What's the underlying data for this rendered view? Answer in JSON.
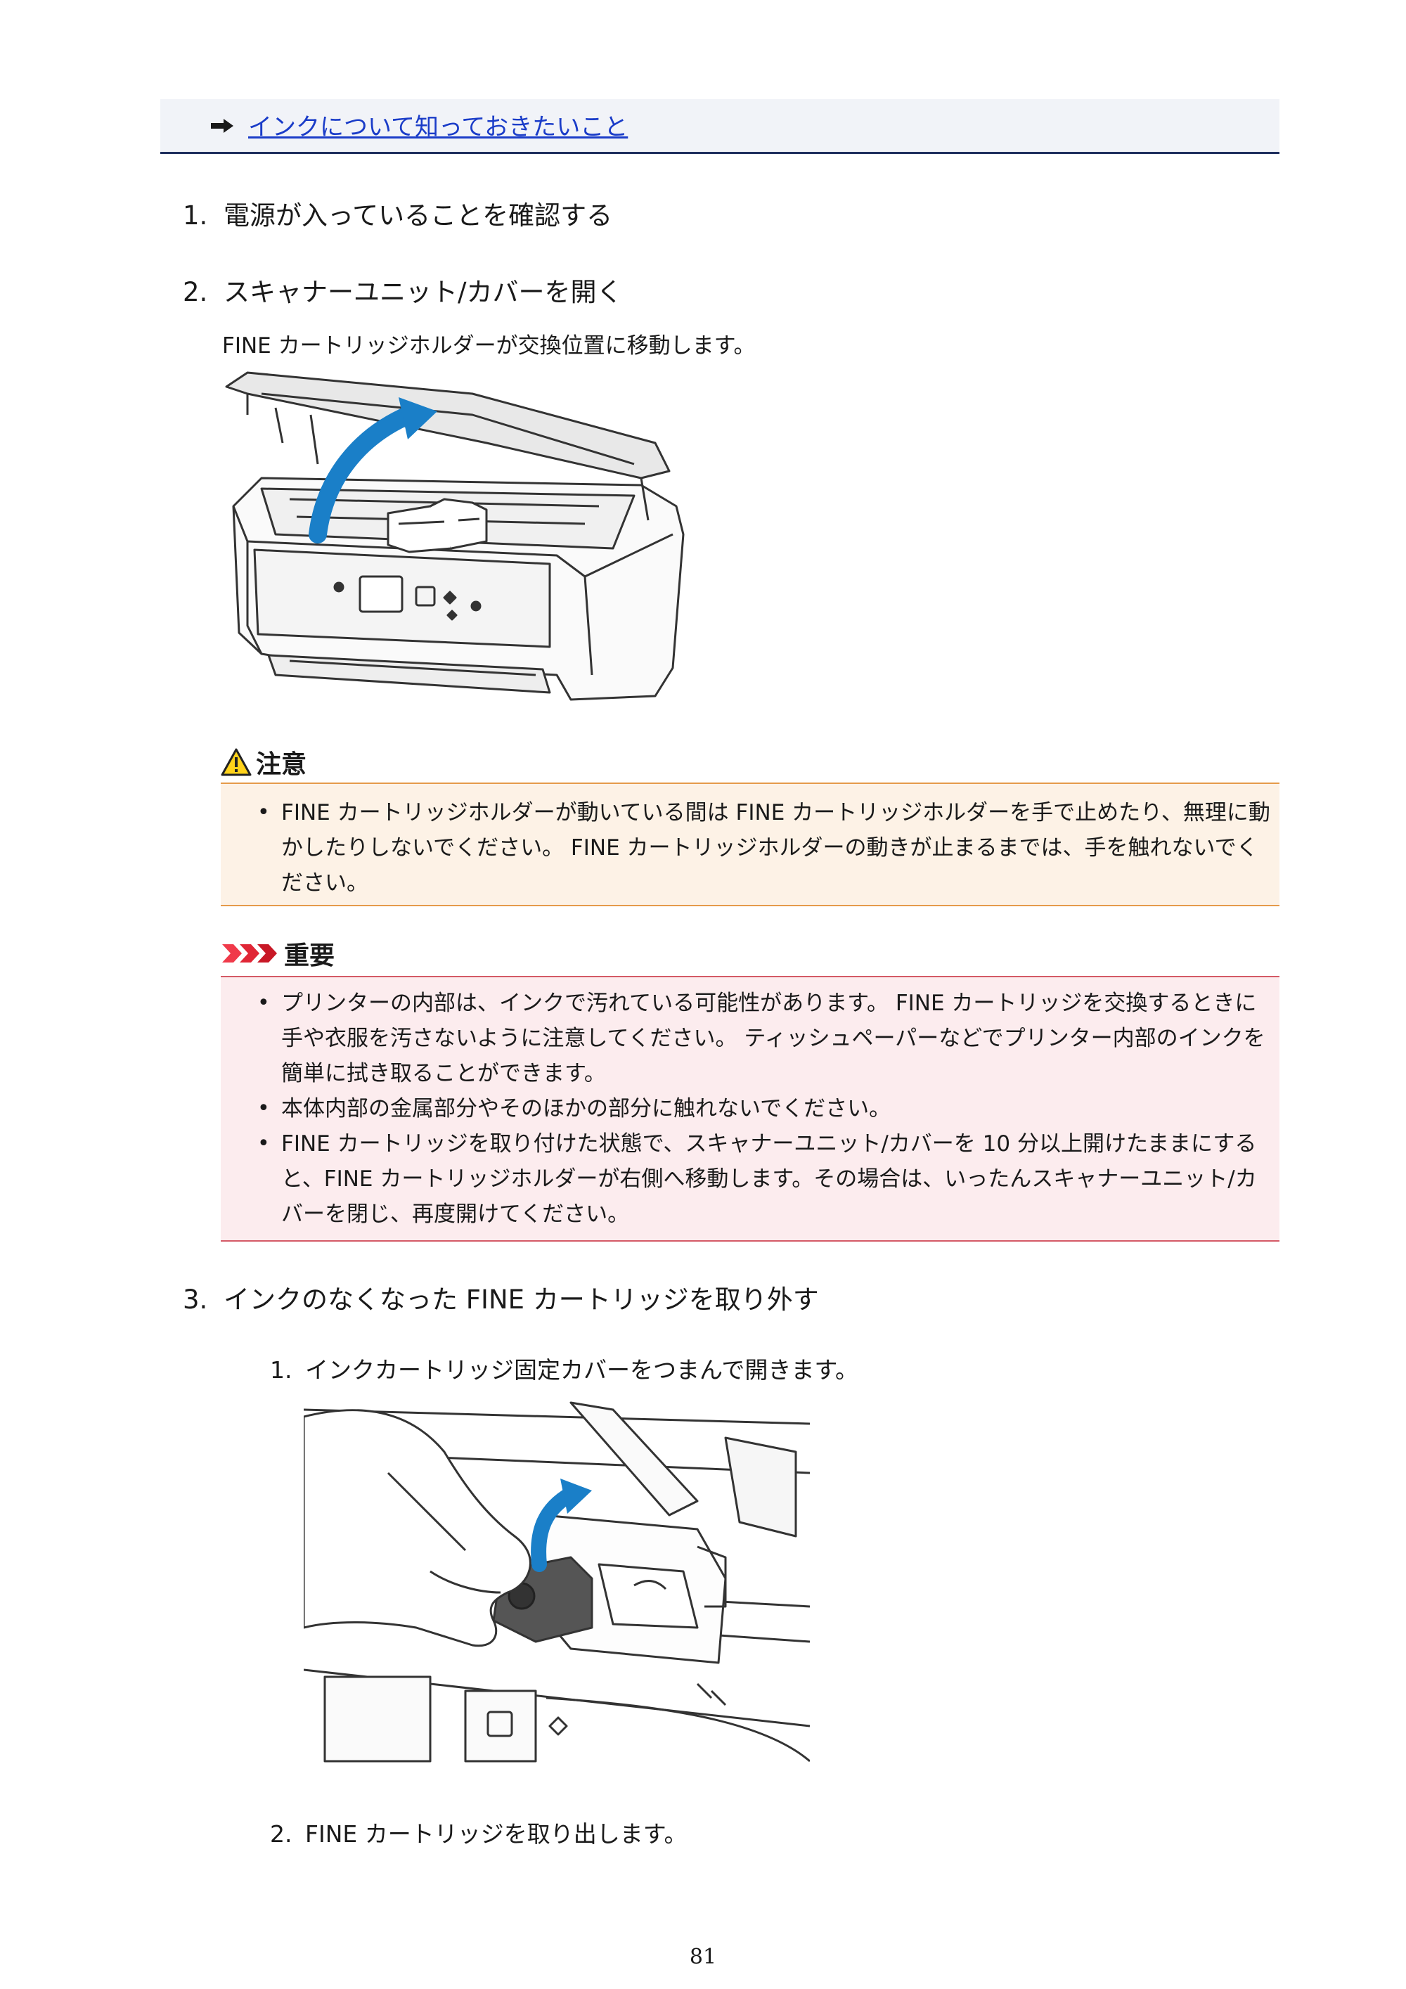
{
  "related": {
    "link_text": "インクについて知っておきたいこと",
    "icon": "arrow-right-icon"
  },
  "steps": [
    {
      "number": "1.",
      "text": "電源が入っていることを確認する"
    },
    {
      "number": "2.",
      "text": "スキャナーユニット/カバーを開く",
      "description": "FINE カートリッジホルダーが交換位置に移動します。"
    },
    {
      "number": "3.",
      "text": "インクのなくなった FINE カートリッジを取り外す",
      "sub_steps": [
        {
          "number": "1.",
          "text": "インクカートリッジ固定カバーをつまんで開きます。"
        },
        {
          "number": "2.",
          "text": "FINE カートリッジを取り出します。"
        }
      ]
    }
  ],
  "caution": {
    "title": "注意",
    "icon": "warning-triangle-icon",
    "items": [
      "FINE カートリッジホルダーが動いている間は FINE カートリッジホルダーを手で止めたり、無理に動かしたりしないでください。 FINE カートリッジホルダーの動きが止まるまでは、手を触れないでください。"
    ]
  },
  "important": {
    "title": "重要",
    "icon": "triple-chevron-icon",
    "items": [
      "プリンターの内部は、インクで汚れている可能性があります。 FINE カートリッジを交換するときに手や衣服を汚さないように注意してください。 ティッシュペーパーなどでプリンター内部のインクを簡単に拭き取ることができます。",
      "本体内部の金属部分やそのほかの部分に触れないでください。",
      "FINE カートリッジを取り付けた状態で、スキャナーユニット/カバーを 10 分以上開けたままにすると、FINE カートリッジホルダーが右側へ移動します。その場合は、いったんスキャナーユニット/カバーを閉じ、再度開けてください。"
    ]
  },
  "colors": {
    "link": "#1a3cc8",
    "caution_bg": "#fdf2e6",
    "caution_border": "#e59a4a",
    "important_bg": "#fcecee",
    "important_border": "#d45a66",
    "arrow_blue": "#1a7fc8"
  },
  "page_number": "81"
}
